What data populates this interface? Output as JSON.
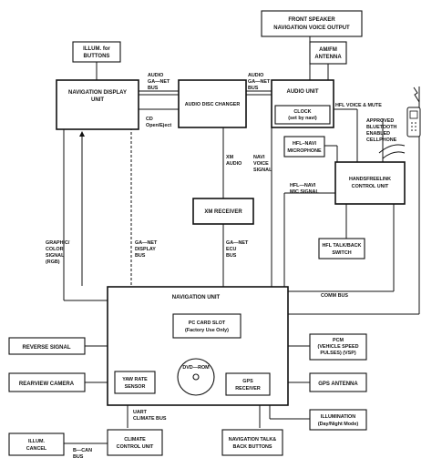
{
  "boxes": {
    "front_speaker": [
      "FRONT SPEAKER",
      "NAVIGATION VOICE OUTPUT"
    ],
    "illum_buttons": [
      "ILLUM. for",
      "BUTTONS"
    ],
    "am_fm": [
      "AM/FM",
      "ANTENNA"
    ],
    "nav_display": [
      "NAVIGATION DISPLAY",
      "UNIT"
    ],
    "disc_changer": [
      "AUDIO DISC CHANGER"
    ],
    "audio_unit": [
      "AUDIO UNIT"
    ],
    "clock": [
      "CLOCK",
      "(set by navi)"
    ],
    "hfl_mic": [
      "HFL–NAVI",
      "MICROPHONE"
    ],
    "handsfree": [
      "HANDSFREELINK",
      "CONTROL UNIT"
    ],
    "xm_receiver": [
      "XM RECEIVER"
    ],
    "hfl_switch": [
      "HFL TALK/BACK",
      "SWITCH"
    ],
    "nav_unit": [
      "NAVIGATION UNIT"
    ],
    "pc_card": [
      "PC CARD SLOT",
      "(Factory Use Only)"
    ],
    "dvd": [
      "DVD—ROM"
    ],
    "yaw": [
      "YAW RATE",
      "SENSOR"
    ],
    "gps_rx": [
      "GPS",
      "RECEIVER"
    ],
    "reverse": [
      "REVERSE SIGNAL"
    ],
    "rearview": [
      "REARVIEW CAMERA"
    ],
    "pcm": [
      "PCM",
      "(VEHICLE SPEED",
      "PULSES) (VSP)"
    ],
    "gps_ant": [
      "GPS ANTENNA"
    ],
    "illumination": [
      "ILLUMINATION",
      "(Day/Night Mode)"
    ],
    "illum_cancel": [
      "ILLUM.",
      "CANCEL"
    ],
    "climate": [
      "CLIMATE",
      "CONTROL UNIT"
    ],
    "nav_talk": [
      "NAVIGATION TALK&",
      "BACK BUTTONS"
    ]
  },
  "labels": {
    "audio_ganet_1": [
      "AUDIO",
      "GA—NET",
      "BUS"
    ],
    "audio_ganet_2": [
      "AUDIO",
      "GA—NET",
      "BUS"
    ],
    "cd_open": [
      "CD",
      "Open/Eject"
    ],
    "xm_audio": [
      "XM",
      "AUDIO"
    ],
    "navi_voice": [
      "NAVI",
      "VOICE",
      "SIGNAL"
    ],
    "hfl_voice_mute": [
      "HFL VOICE & MUTE"
    ],
    "approved_bt": [
      "APPROVED",
      "BLUETOOTH",
      "ENABLED",
      "CELLPHONE"
    ],
    "hfl_navi_mic": [
      "HFL—NAVI",
      "MIC SIGNAL"
    ],
    "graphic_color": [
      "GRAPHIC/",
      "COLOR",
      "SIGNAL",
      "(RGB)"
    ],
    "ganet_display": [
      "GA—NET",
      "DISPLAY",
      "BUS"
    ],
    "ganet_ecu": [
      "GA—NET",
      "ECU",
      "BUS"
    ],
    "comm_bus": [
      "COMM BUS"
    ],
    "uart": [
      "UART",
      "CLIMATE BUS"
    ],
    "bcan": [
      "B—CAN",
      "BUS"
    ]
  },
  "icons": [
    "cellphone-icon",
    "antenna-signal-icon",
    "arrowhead-icon"
  ]
}
